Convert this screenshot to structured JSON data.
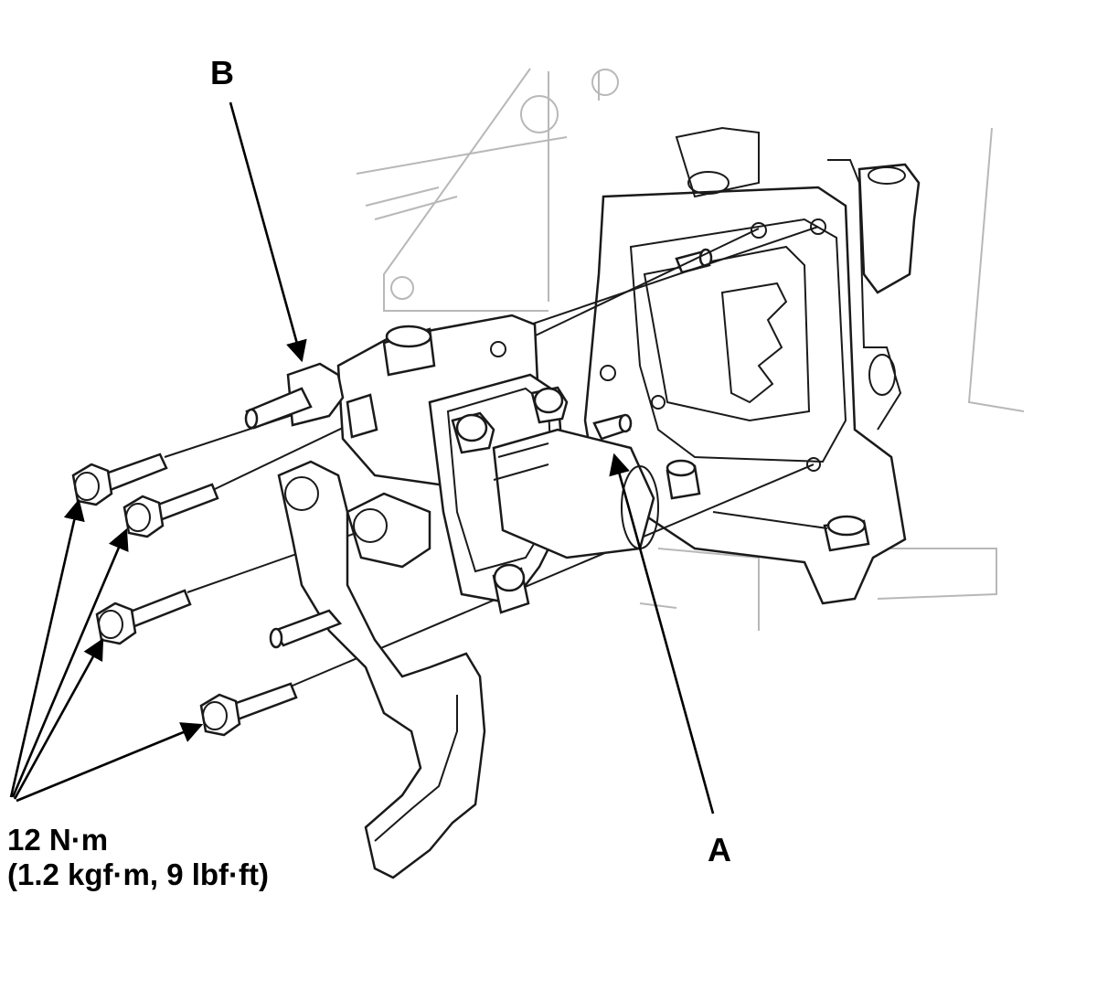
{
  "callouts": {
    "a": "A",
    "b": "B"
  },
  "torque_spec": {
    "line1": "12 N·m",
    "line2": "(1.2 kgf·m, 9 lbf·ft)"
  }
}
